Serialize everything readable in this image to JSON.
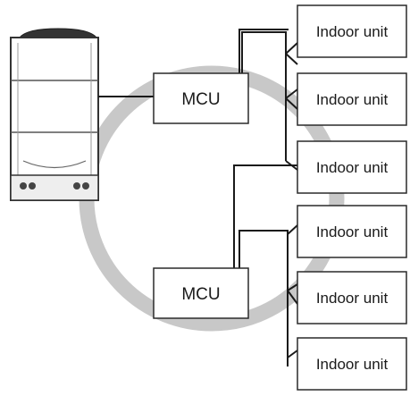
{
  "mcus": [
    {
      "label": "MCU"
    },
    {
      "label": "MCU"
    }
  ],
  "indoor_units": [
    {
      "label": "Indoor unit"
    },
    {
      "label": "Indoor unit"
    },
    {
      "label": "Indoor unit"
    },
    {
      "label": "Indoor unit"
    },
    {
      "label": "Indoor unit"
    },
    {
      "label": "Indoor unit"
    }
  ],
  "colors": {
    "ring": "#c8c8c8",
    "line": "#1a1a1a",
    "box_border": "#2a2a2a"
  }
}
